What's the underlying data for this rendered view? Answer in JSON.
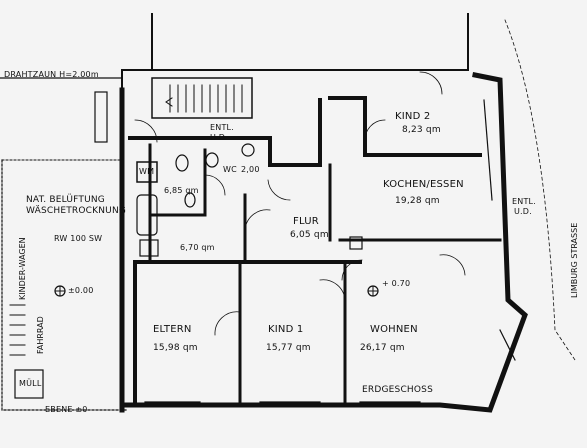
{
  "top_labels": {
    "fence": "DRAHTZAUN  H=2.00m"
  },
  "street": "LIMBURG STRASSE",
  "rooms": [
    {
      "name": "KIND 2",
      "area": "8,23 qm"
    },
    {
      "name": "KOCHEN/ESSEN",
      "area": "19,28 qm"
    },
    {
      "name": "FLUR",
      "area": "6,05 qm"
    },
    {
      "name": "ELTERN",
      "area": "15,98 qm"
    },
    {
      "name": "KIND 1",
      "area": "15,77 qm"
    },
    {
      "name": "WOHNEN",
      "area": "26,17 qm"
    },
    {
      "name": "WC",
      "area": "2,00"
    },
    {
      "name": "",
      "area": "6,85 qm"
    },
    {
      "name": "",
      "area": "6,70 qm"
    }
  ],
  "annotations": {
    "entl_top_1": "ENTL.",
    "entl_top_2": "U.D.",
    "entl_right_1": "ENTL.",
    "entl_right_2": "U.D.",
    "wm": "WM",
    "vent_1": "NAT. BELÜFTUNG",
    "vent_2": "WÄSCHETROCKNUNG",
    "rw": "RW 100 SW",
    "level_left": "±0.00",
    "level_right": "+ 0.70",
    "kinderwagen": "KINDER-WAGEN",
    "fahrrad": "FAHRRAD",
    "muell": "MÜLL",
    "floor": "ERDGESCHOSS",
    "ebene": "EBENE ±0"
  }
}
